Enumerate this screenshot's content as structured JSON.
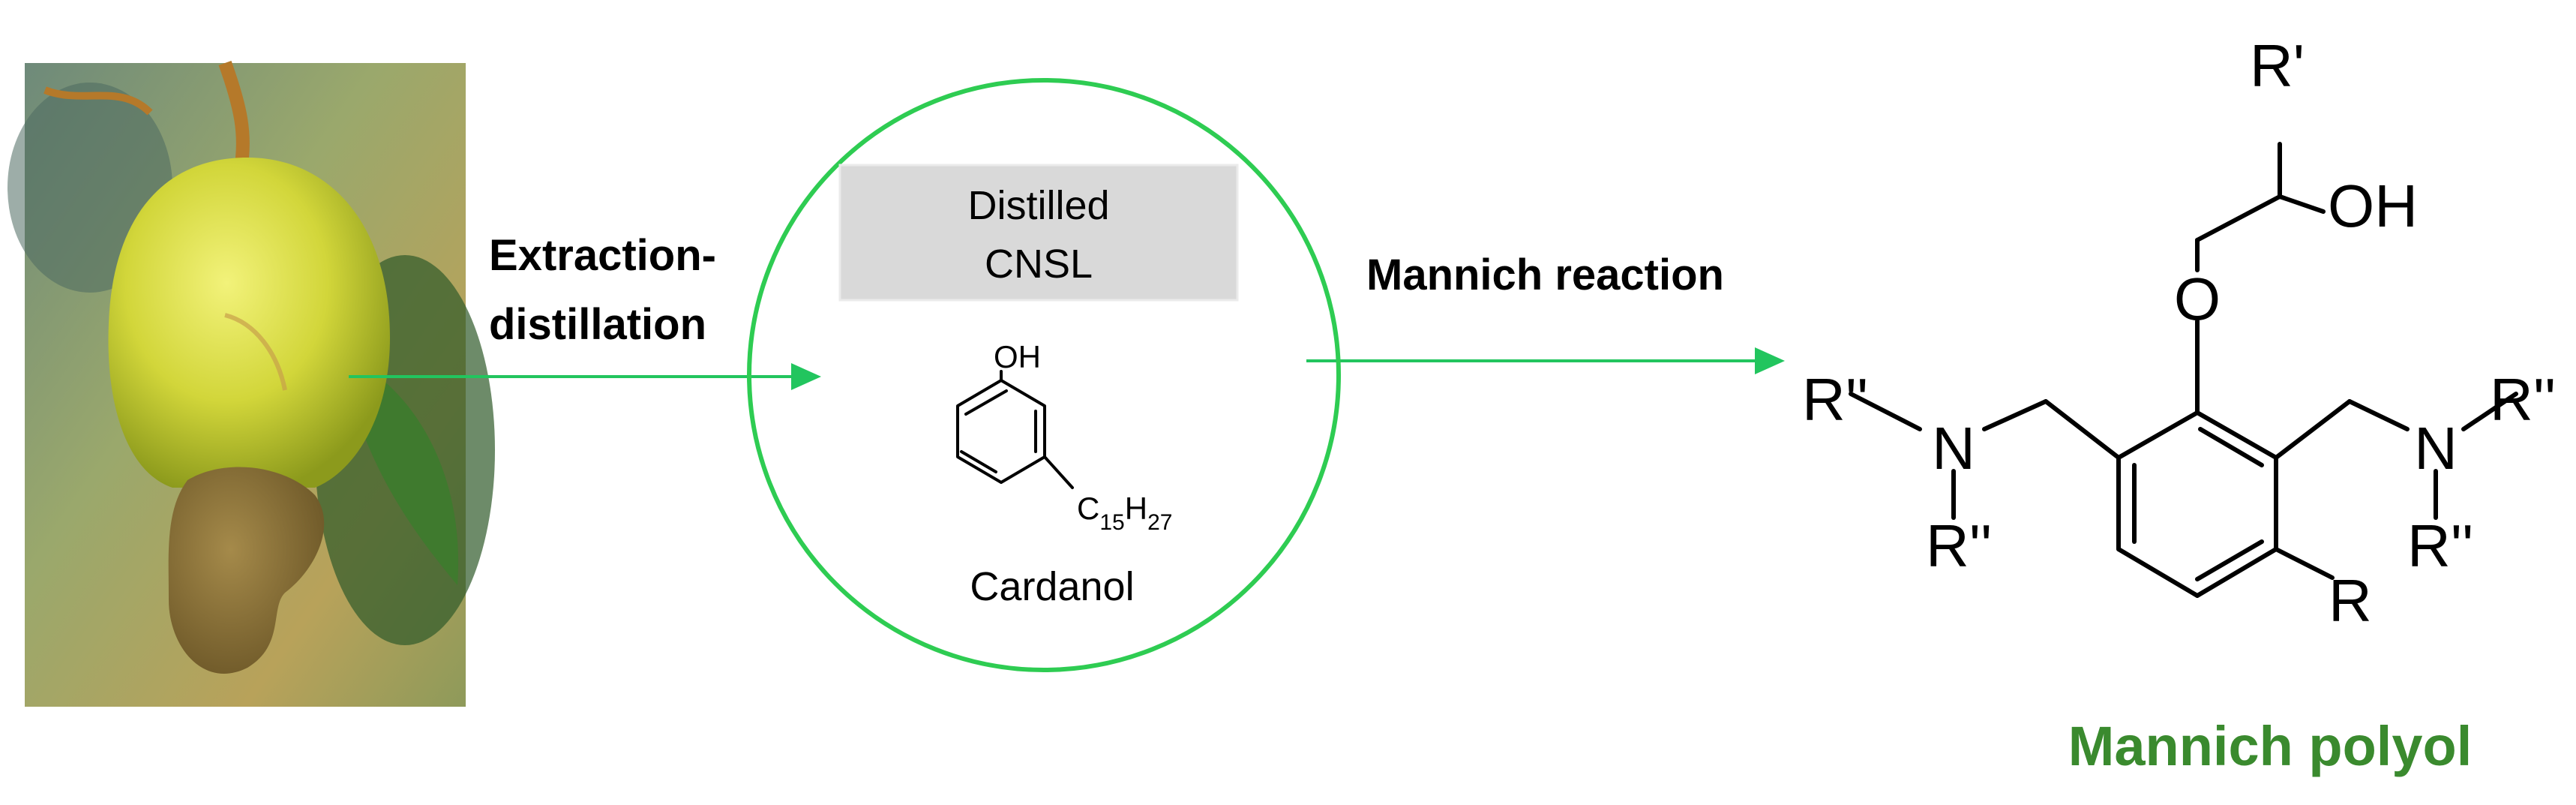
{
  "colors": {
    "arrow": "#22c55e",
    "circle": "#2ecc52",
    "product_label": "#3a8a2e",
    "box_fill": "#d9d9d9"
  },
  "steps": {
    "extraction_line1": "Extraction-",
    "extraction_line2": "distillation",
    "mannich": "Mannich reaction"
  },
  "intermediate": {
    "box_line1": "Distilled",
    "box_line2": "CNSL",
    "compound_name": "Cardanol",
    "oh": "OH",
    "chain_c": "C",
    "chain_c_sub": "15",
    "chain_h": "H",
    "chain_h_sub": "27"
  },
  "product": {
    "name": "Mannich polyol",
    "r_prime": "R'",
    "oh": "OH",
    "o": "O",
    "n_left": "N",
    "n_right": "N",
    "r2_left_top": "R''",
    "r2_left_bottom": "R''",
    "r2_right_top": "R''",
    "r2_right_bottom": "R''",
    "r": "R"
  }
}
